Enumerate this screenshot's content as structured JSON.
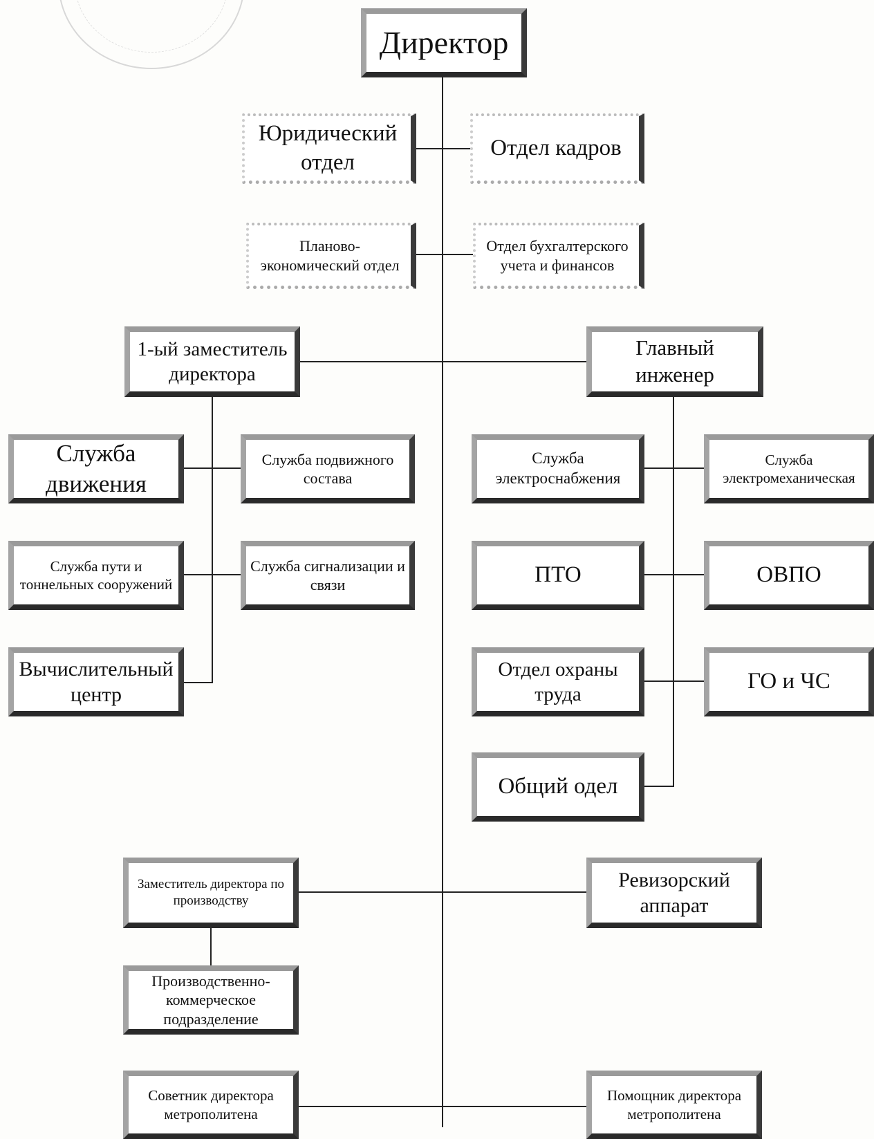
{
  "boxes": {
    "director": "Директор",
    "legal": "Юридический отдел",
    "hr": "Отдел кадров",
    "planning": "Планово-экономический отдел",
    "accounting": "Отдел бухгалтерского учета и финансов",
    "first_deputy": "1-ый заместитель директора",
    "chief_engineer": "Главный инженер",
    "traffic": "Служба движения",
    "rolling_stock": "Служба подвижного состава",
    "track": "Служба пути и тоннельных сооружений",
    "signaling": "Служба сигнализации и связи",
    "computing": "Вычислительный центр",
    "power": "Служба электроснабжения",
    "electromech": "Служба электромеханическая",
    "pto": "ПТО",
    "ovpo": "ОВПО",
    "labor_safety": "Отдел охраны труда",
    "go_chs": "ГО и ЧС",
    "general": "Общий одел",
    "deputy_production": "Заместитель директора по производству",
    "audit": "Ревизорский аппарат",
    "prod_commercial": "Производственно-коммерческое подразделение",
    "advisor": "Советник директора метрополитена",
    "assistant": "Помощник директора метрополитена"
  }
}
